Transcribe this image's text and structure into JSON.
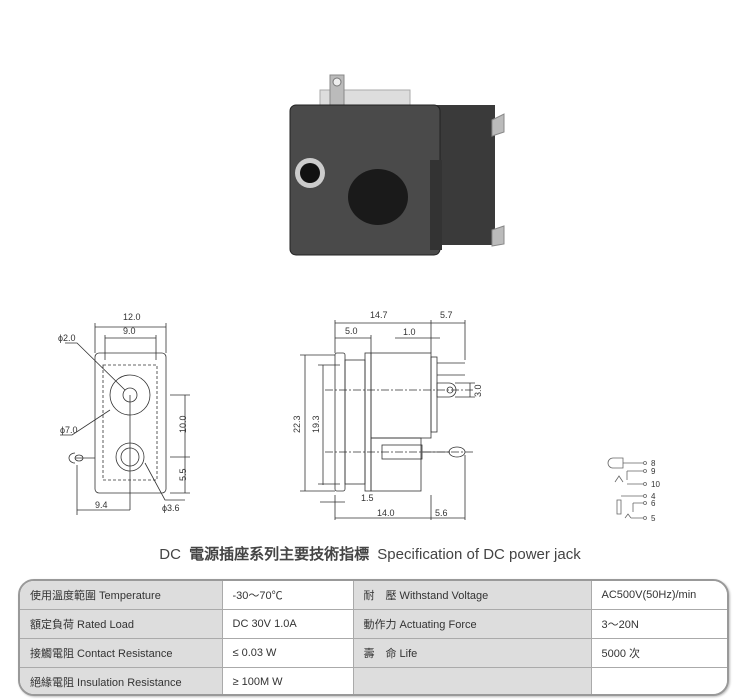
{
  "front_view": {
    "width_outer": "12.0",
    "width_inner": "9.0",
    "hole_small": "ϕ2.0",
    "hole_large": "ϕ7.0",
    "hole_jack": "ϕ3.6",
    "pitch": "10.0",
    "bottom_offset": "5.5",
    "lug_offset": "9.4"
  },
  "side_view": {
    "length_total": "14.7",
    "pin_ext": "5.7",
    "flange": "5.0",
    "pin_thick": "1.0",
    "height_outer": "22.3",
    "height_inner": "19.3",
    "lug_height": "3.0",
    "flange_thick": "1.5",
    "body_len": "14.0",
    "lug_len": "5.6"
  },
  "schematic": {
    "pins": [
      "8",
      "9",
      "10",
      "4",
      "6",
      "5"
    ]
  },
  "caption": {
    "prefix": "DC",
    "zh": "電源插座系列主要技術指標",
    "en": "Specification of DC power jack"
  },
  "spec_table": {
    "rows": [
      {
        "k1": "使用溫度範圍 Temperature",
        "v1": "-30～70℃",
        "k2": "耐　壓 Withstand Voltage",
        "v2": "AC500V(50Hz)/min"
      },
      {
        "k1": "額定負荷 Rated Load",
        "v1": "DC 30V 1.0A",
        "k2": "動作力 Actuating Force",
        "v2": "3～20N"
      },
      {
        "k1": "接觸電阻 Contact Resistance",
        "v1": "≤ 0.03 W",
        "k2": "壽　命 Life",
        "v2": "5000 次"
      },
      {
        "k1": "絕緣電阻 Insulation Resistance",
        "v1": "≥ 100M W",
        "k2": "",
        "v2": ""
      }
    ]
  }
}
